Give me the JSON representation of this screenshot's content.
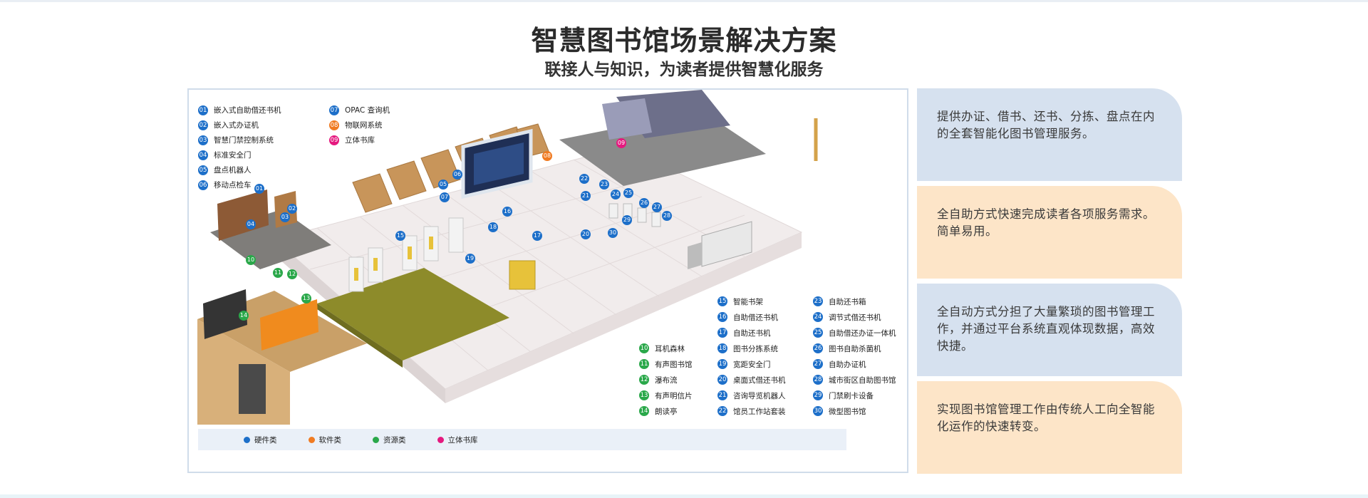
{
  "header": {
    "title": "智慧图书馆场景解决方案",
    "subtitle": "联接人与知识，为读者提供智慧化服务"
  },
  "legend": {
    "col1": [
      {
        "n": "01",
        "label": "嵌入式自助借还书机",
        "color": "blue"
      },
      {
        "n": "02",
        "label": "嵌入式办证机",
        "color": "blue"
      },
      {
        "n": "03",
        "label": "智慧门禁控制系统",
        "color": "blue"
      },
      {
        "n": "04",
        "label": "标准安全门",
        "color": "blue"
      },
      {
        "n": "05",
        "label": "盘点机器人",
        "color": "blue"
      },
      {
        "n": "06",
        "label": "移动点检车",
        "color": "blue"
      }
    ],
    "col2": [
      {
        "n": "07",
        "label": "OPAC 查询机",
        "color": "blue"
      },
      {
        "n": "08",
        "label": "物联网系统",
        "color": "orange"
      },
      {
        "n": "09",
        "label": "立体书库",
        "color": "pink"
      }
    ],
    "col3": [
      {
        "n": "10",
        "label": "耳机森林",
        "color": "green"
      },
      {
        "n": "11",
        "label": "有声图书馆",
        "color": "green"
      },
      {
        "n": "12",
        "label": "瀑布流",
        "color": "green"
      },
      {
        "n": "13",
        "label": "有声明信片",
        "color": "green"
      },
      {
        "n": "14",
        "label": "朗读亭",
        "color": "green"
      }
    ],
    "col4": [
      {
        "n": "15",
        "label": "智能书架",
        "color": "blue"
      },
      {
        "n": "16",
        "label": "自助借还书机",
        "color": "blue"
      },
      {
        "n": "17",
        "label": "自助还书机",
        "color": "blue"
      },
      {
        "n": "18",
        "label": "图书分拣系统",
        "color": "blue"
      },
      {
        "n": "19",
        "label": "宽距安全门",
        "color": "blue"
      },
      {
        "n": "20",
        "label": "桌面式借还书机",
        "color": "blue"
      },
      {
        "n": "21",
        "label": "咨询导览机器人",
        "color": "blue"
      },
      {
        "n": "22",
        "label": "馆员工作站套装",
        "color": "blue"
      }
    ],
    "col5": [
      {
        "n": "23",
        "label": "自助还书箱",
        "color": "blue"
      },
      {
        "n": "24",
        "label": "调节式借还书机",
        "color": "blue"
      },
      {
        "n": "25",
        "label": "自助借还办证一体机",
        "color": "blue"
      },
      {
        "n": "26",
        "label": "图书自助杀菌机",
        "color": "blue"
      },
      {
        "n": "27",
        "label": "自助办证机",
        "color": "blue"
      },
      {
        "n": "28",
        "label": "城市街区自助图书馆",
        "color": "blue"
      },
      {
        "n": "29",
        "label": "门禁刷卡设备",
        "color": "blue"
      },
      {
        "n": "30",
        "label": "微型图书馆",
        "color": "blue"
      }
    ]
  },
  "categories": [
    {
      "label": "硬件类",
      "color": "#1d6fc9"
    },
    {
      "label": "软件类",
      "color": "#f07b22"
    },
    {
      "label": "资源类",
      "color": "#2aa84a"
    },
    {
      "label": "立体书库",
      "color": "#e5197f"
    }
  ],
  "cards": [
    {
      "text": "提供办证、借书、还书、分拣、盘点在内的全套智能化图书管理服务。",
      "tone": "blue"
    },
    {
      "text": "全自助方式快速完成读者各项服务需求。简单易用。",
      "tone": "orange"
    },
    {
      "text": "全自动方式分担了大量繁琐的图书管理工作，并通过平台系统直观体现数据，高效快捷。",
      "tone": "blue"
    },
    {
      "text": "实现图书馆管理工作由传统人工向全智能化运作的快速转变。",
      "tone": "orange"
    }
  ],
  "markers": [
    "01",
    "02",
    "03",
    "04",
    "05",
    "06",
    "07",
    "08",
    "09",
    "10",
    "11",
    "12",
    "13",
    "14",
    "15",
    "16",
    "17",
    "18",
    "19",
    "20",
    "21",
    "22",
    "23",
    "24",
    "25",
    "26",
    "27",
    "28",
    "29",
    "30"
  ],
  "colors": {
    "hardware": "#1d6fc9",
    "software": "#f07b22",
    "resource": "#2aa84a",
    "stack": "#e5197f"
  }
}
